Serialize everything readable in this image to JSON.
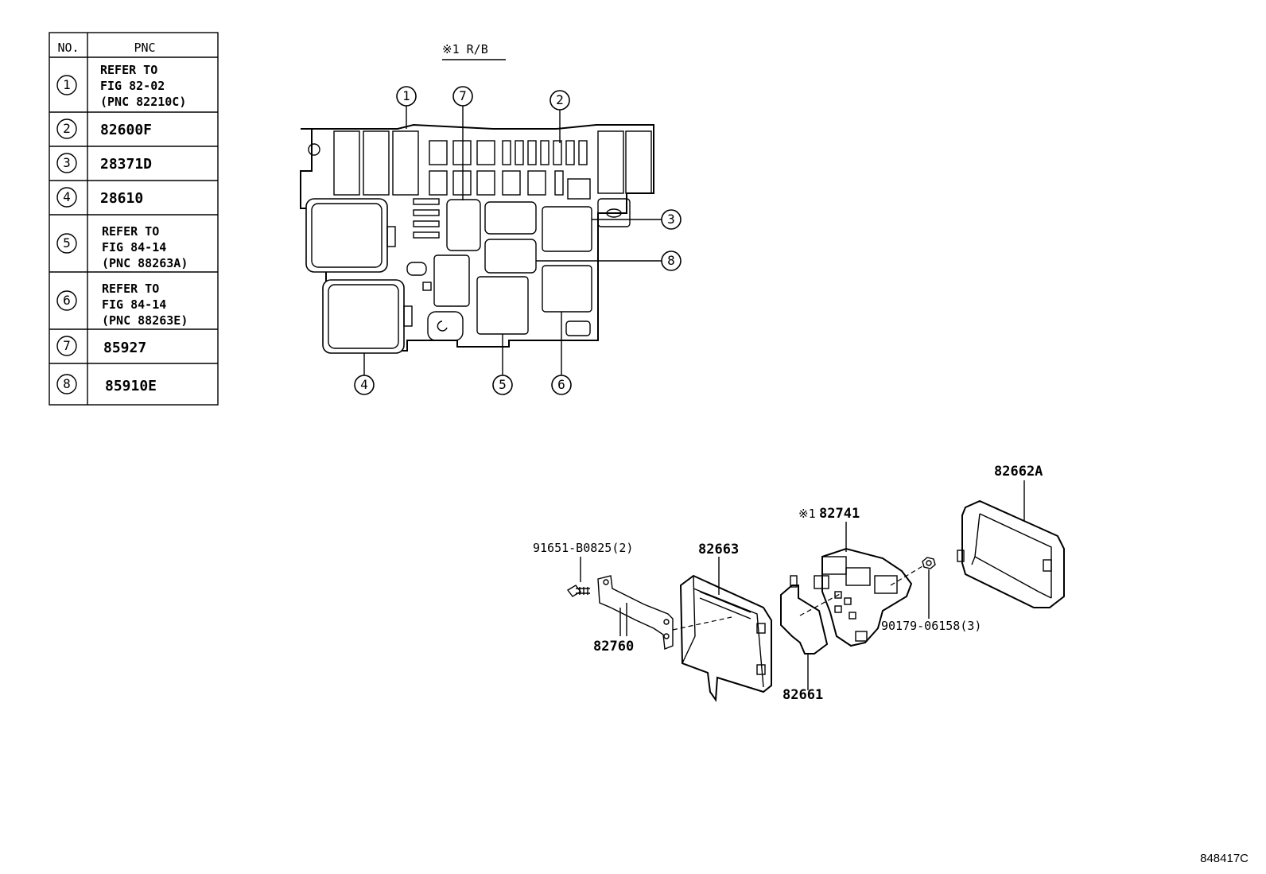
{
  "header": {
    "rb_title": "※1 R/B"
  },
  "table": {
    "col_no": "NO.",
    "col_pnc": "PNC",
    "rows": [
      {
        "no": "1",
        "lines": [
          "REFER TO",
          "FIG 82-02",
          "(PNC 82210C)"
        ]
      },
      {
        "no": "2",
        "lines": [
          "82600F"
        ]
      },
      {
        "no": "3",
        "lines": [
          "28371D"
        ]
      },
      {
        "no": "4",
        "lines": [
          "28610"
        ]
      },
      {
        "no": "5",
        "lines": [
          "REFER TO",
          "FIG 84-14",
          "(PNC 88263A)"
        ]
      },
      {
        "no": "6",
        "lines": [
          "REFER TO",
          "FIG 84-14",
          "(PNC 88263E)"
        ]
      },
      {
        "no": "7",
        "lines": [
          "85927"
        ]
      },
      {
        "no": "8",
        "lines": [
          "85910E"
        ]
      }
    ]
  },
  "callouts": [
    "1",
    "2",
    "3",
    "4",
    "5",
    "6",
    "7",
    "8"
  ],
  "parts": {
    "p82662A": "82662A",
    "p82741_mark": "※1",
    "p82741": "82741",
    "p91651": "91651-B0825(2)",
    "p82663": "82663",
    "p82760": "82760",
    "p90179": "90179-06158(3)",
    "p82661": "82661"
  },
  "footer": {
    "figure_id": "848417C"
  }
}
